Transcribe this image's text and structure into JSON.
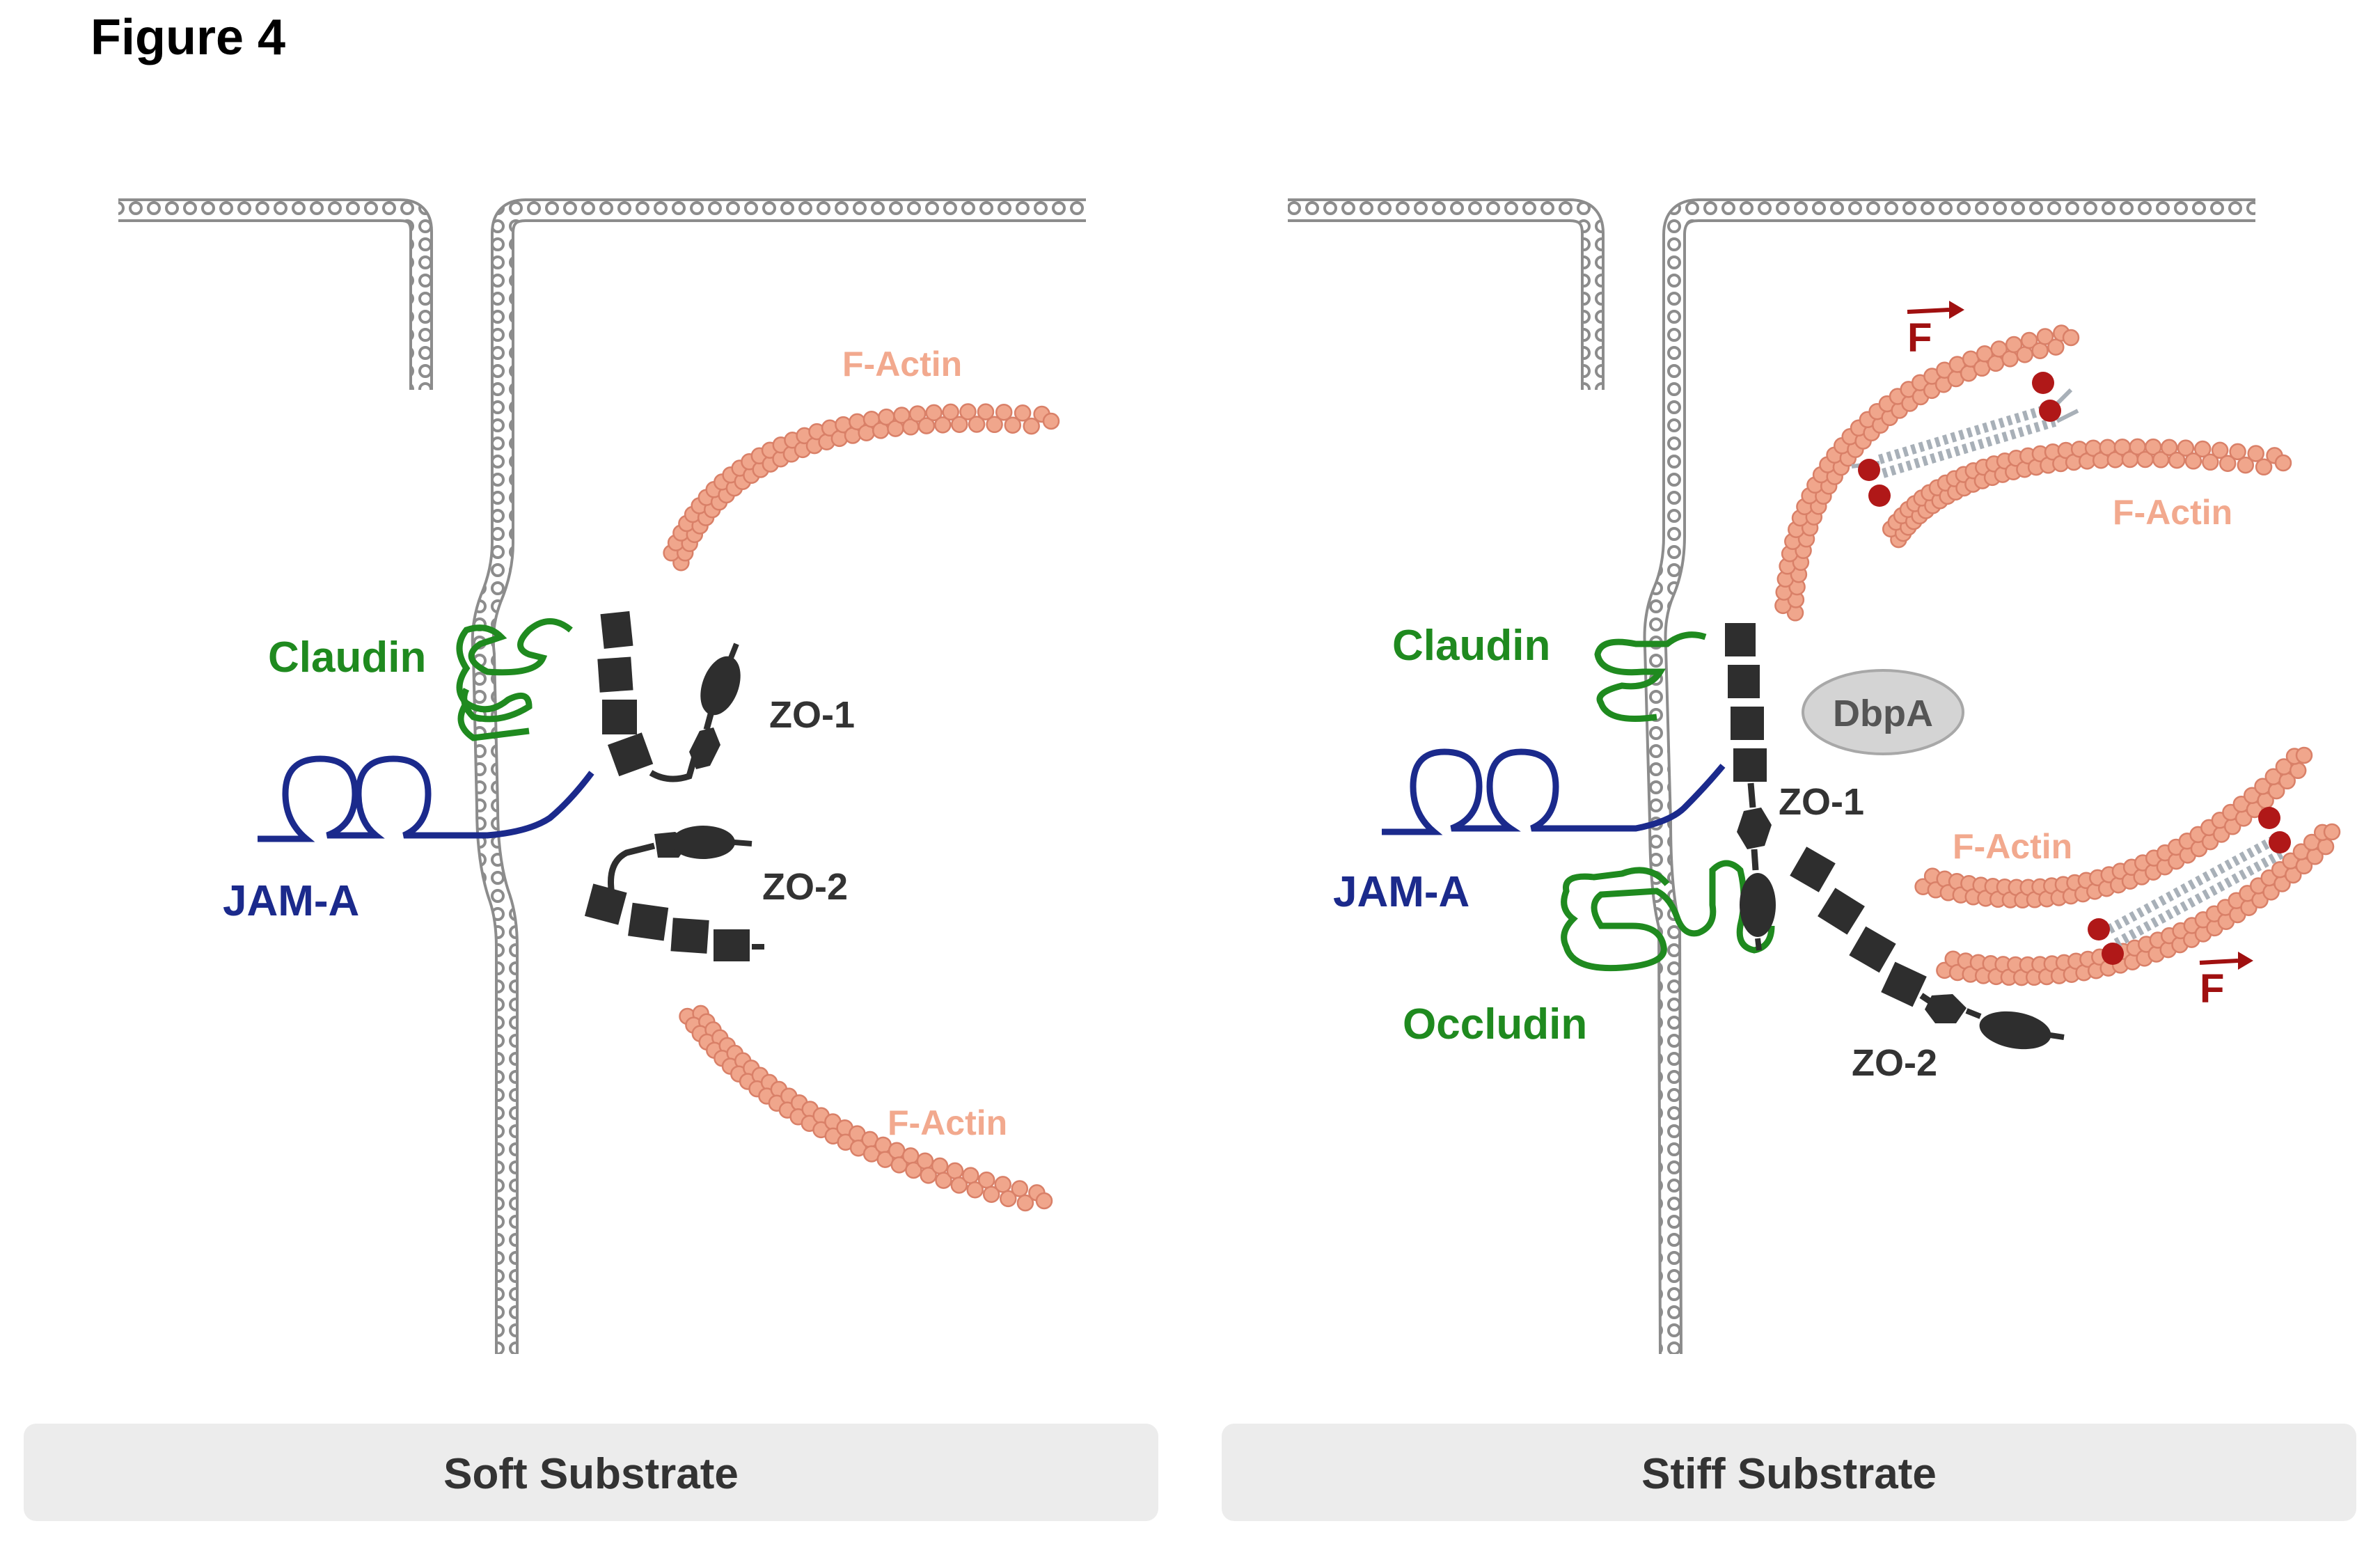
{
  "figure_title": "Figure 4",
  "panels": {
    "soft": {
      "caption": "Soft Substrate",
      "labels": {
        "actin_top": "F-Actin",
        "actin_bottom": "F-Actin",
        "claudin": "Claudin",
        "jama": "JAM-A",
        "zo1": "ZO-1",
        "zo2": "ZO-2"
      }
    },
    "stiff": {
      "caption": "Stiff Substrate",
      "labels": {
        "actin_top": "F-Actin",
        "actin_mid": "F-Actin",
        "claudin": "Claudin",
        "jama": "JAM-A",
        "occludin": "Occludin",
        "zo1": "ZO-1",
        "zo2": "ZO-2",
        "dbpa": "DbpA",
        "force_top": "F",
        "force_bottom": "F"
      }
    }
  },
  "colors": {
    "membrane": "#9a9a9a",
    "actin": "#f0a68c",
    "claudin": "#1f8a1f",
    "jama": "#1b2a8c",
    "zo": "#2e2e2e",
    "force": "#a01010",
    "panel_bg": "#ececec"
  }
}
